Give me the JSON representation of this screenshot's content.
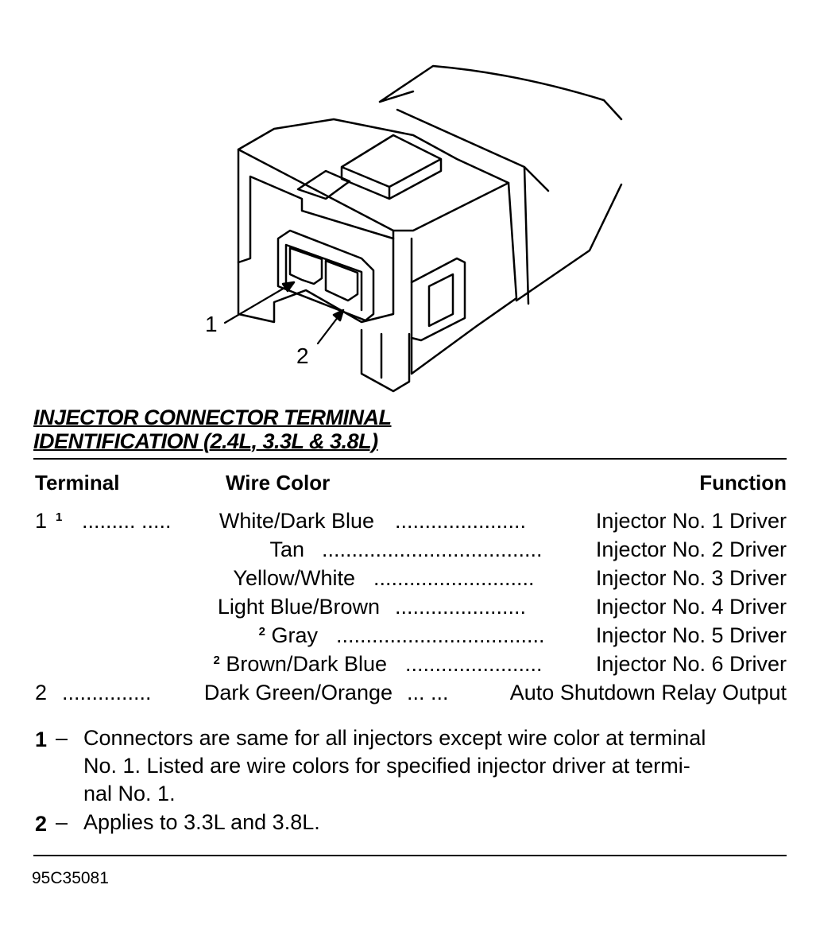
{
  "callouts": [
    "1",
    "2"
  ],
  "title_line1": "INJECTOR CONNECTOR TERMINAL",
  "title_line2": "IDENTIFICATION (2.4L, 3.3L & 3.8L)",
  "headers": {
    "terminal": "Terminal",
    "wire_color": "Wire Color",
    "function": "Function"
  },
  "rows": [
    {
      "terminal": "1",
      "term_note": "1",
      "lead_dots": "......... .....",
      "color_note": "",
      "color": "White/Dark Blue",
      "dots": "......................",
      "function": "Injector No. 1 Driver"
    },
    {
      "terminal": "",
      "term_note": "",
      "lead_dots": "",
      "color_note": "",
      "color": "Tan",
      "dots": ".....................................",
      "function": "Injector No. 2 Driver"
    },
    {
      "terminal": "",
      "term_note": "",
      "lead_dots": "",
      "color_note": "",
      "color": "Yellow/White",
      "dots": "...........................",
      "function": "Injector No. 3 Driver"
    },
    {
      "terminal": "",
      "term_note": "",
      "lead_dots": "",
      "color_note": "",
      "color": "Light Blue/Brown",
      "dots": "......................",
      "function": "Injector No. 4 Driver"
    },
    {
      "terminal": "",
      "term_note": "",
      "lead_dots": "",
      "color_note": "2",
      "color": "Gray",
      "dots": "...................................",
      "function": "Injector No. 5 Driver"
    },
    {
      "terminal": "",
      "term_note": "",
      "lead_dots": "",
      "color_note": "2",
      "color": "Brown/Dark Blue",
      "dots": ".......................",
      "function": "Injector No. 6 Driver"
    },
    {
      "terminal": "2",
      "term_note": "",
      "lead_dots": "...............",
      "color_note": "",
      "color": "Dark Green/Orange",
      "dots": "... ...",
      "function": "Auto Shutdown Relay Output"
    }
  ],
  "footnotes": [
    {
      "mark": "1",
      "dash": "–",
      "lines": [
        "Connectors are same for all injectors except wire color at terminal",
        "No. 1. Listed are wire colors for specified injector driver at termi-",
        "nal No. 1."
      ]
    },
    {
      "mark": "2",
      "dash": "–",
      "lines": [
        "Applies to 3.3L and 3.8L."
      ]
    }
  ],
  "figure_code": "95C35081"
}
